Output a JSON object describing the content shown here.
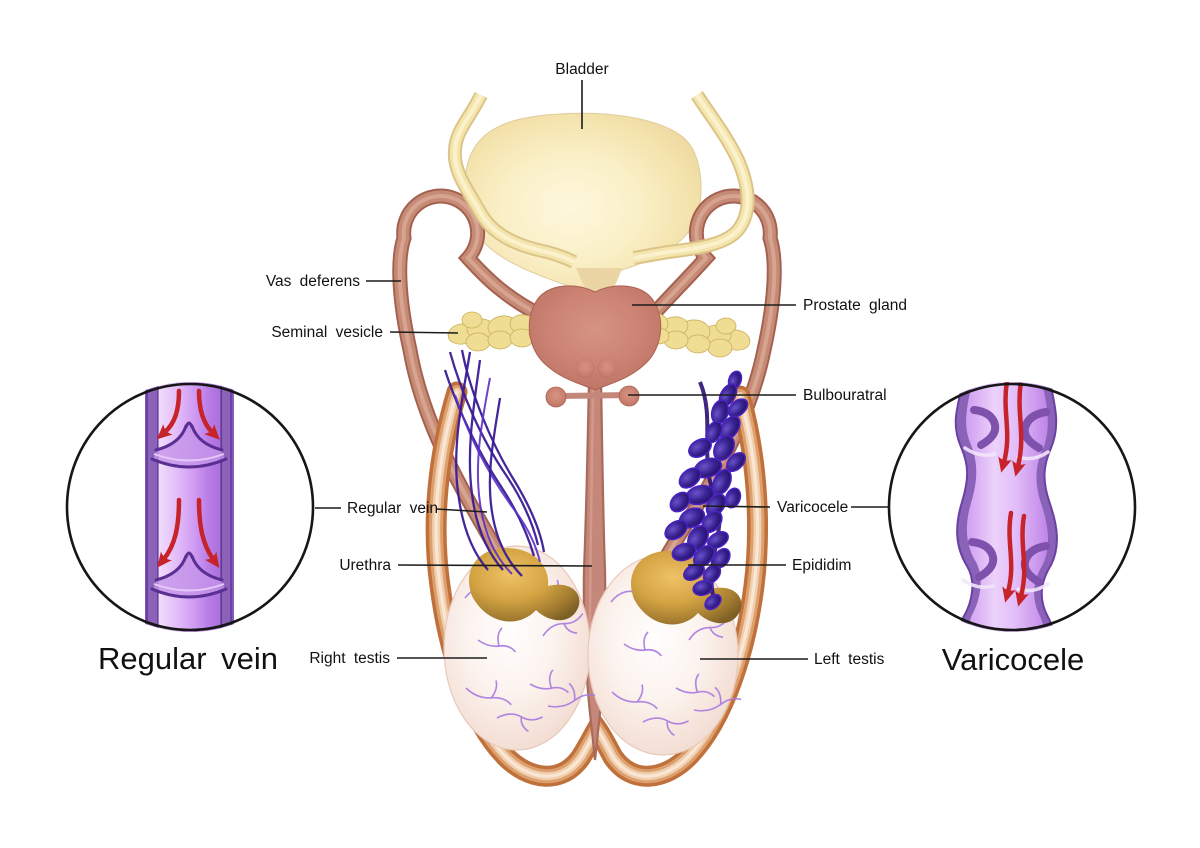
{
  "figure": {
    "labels": {
      "bladder": "Bladder",
      "vas_deferens": "Vas deferens",
      "seminal_vesicle": "Seminal vesicle",
      "prostate_gland": "Prostate gland",
      "bulbouratral": "Bulbouratral",
      "regular_vein": "Regular vein",
      "urethra": "Urethra",
      "right_testis": "Right testis",
      "varicocele": "Varicocele",
      "epididim": "Epididim",
      "left_testis": "Left testis"
    },
    "insets": {
      "left": {
        "caption": "Regular vein"
      },
      "right": {
        "caption": "Varicocele"
      }
    },
    "colors": {
      "background": "#ffffff",
      "label_text": "#111111",
      "leader_line": "#1c1c1c",
      "inset_ring": "#161616",
      "bladder": "#f7e9bd",
      "ureter": "#f4e5ad",
      "duct": "#c68b77",
      "prostate": "#c98271",
      "seminal_vesicle": "#efdd94",
      "scrotum_edge": "#c0703a",
      "testis": "#f6e3da",
      "testis_vein": "#a87ae0",
      "epididymis": "#c89a3e",
      "plexus": "#3a1c96",
      "varicocele_grape": "#2a1070",
      "vein_wall": "#8a62b8",
      "vein_valve": "#5a2f92",
      "vein_lumen": "#d9a6f4",
      "arrow": "#c6232a"
    }
  }
}
